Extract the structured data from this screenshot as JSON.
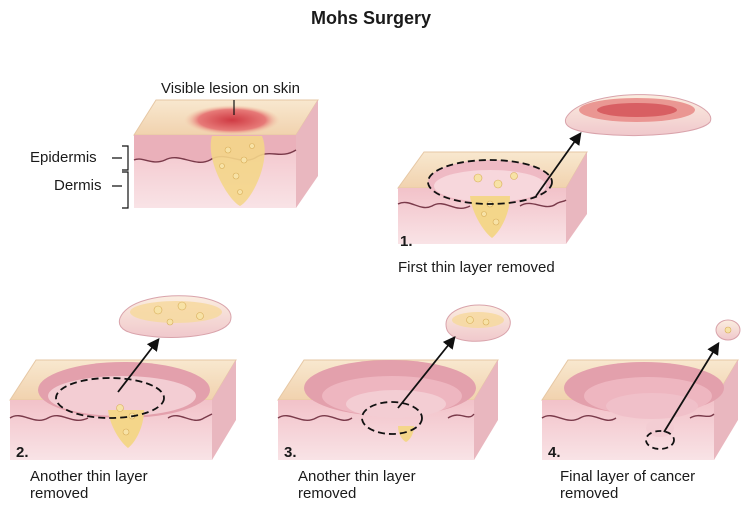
{
  "title": "Mohs Surgery",
  "labels": {
    "lesion": "Visible lesion on skin",
    "epidermis": "Epidermis",
    "dermis": "Dermis"
  },
  "steps": [
    {
      "number": "1.",
      "caption": "First thin layer removed"
    },
    {
      "number": "2.",
      "caption": "Another thin layer removed"
    },
    {
      "number": "3.",
      "caption": "Another thin layer removed"
    },
    {
      "number": "4.",
      "caption": "Final layer of cancer removed"
    }
  ],
  "colors": {
    "skin_top": "#f5dcc0",
    "dermis": "#f6d3d8",
    "epidermis": "#eab5bd",
    "lesion": "#d9484f",
    "tumor": "#f3d27f",
    "outline": "#222222"
  }
}
